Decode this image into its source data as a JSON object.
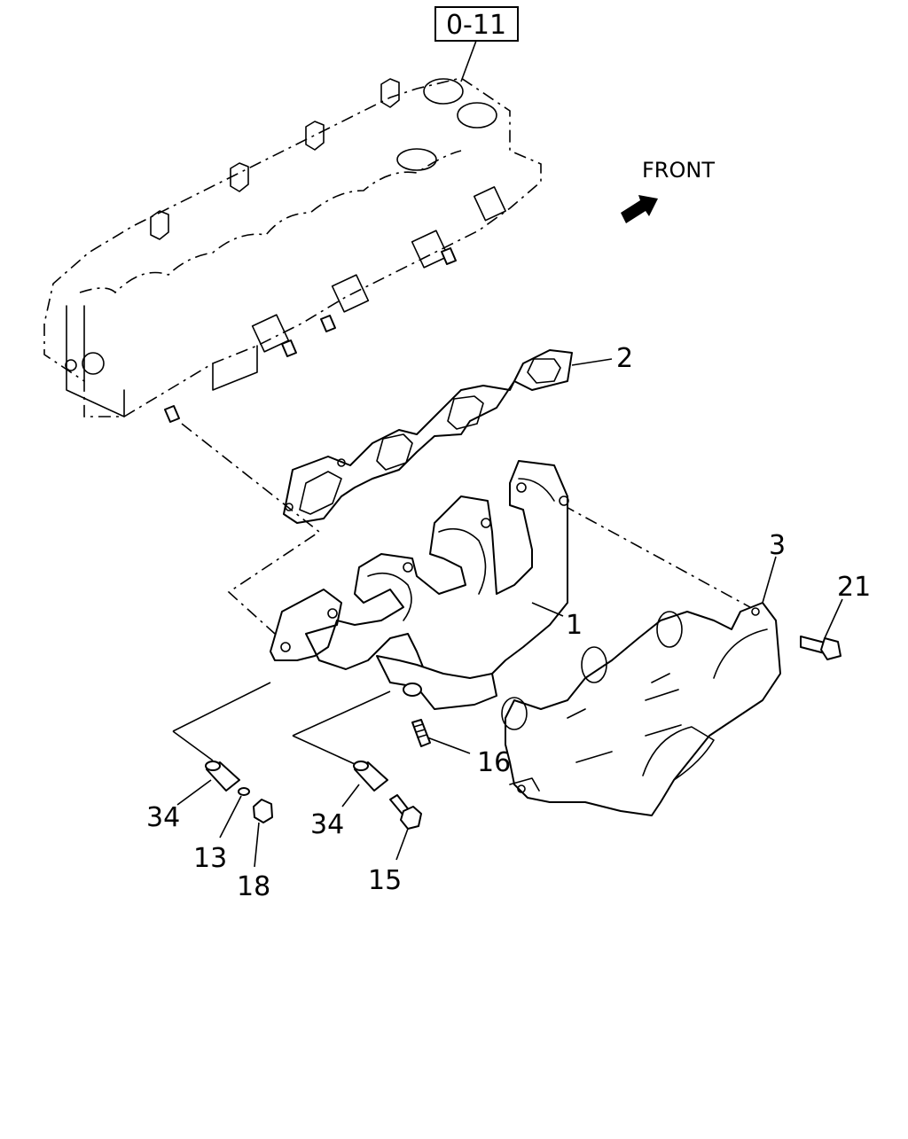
{
  "reference_box": "0-11",
  "direction_label": "FRONT",
  "callouts": {
    "c1": "1",
    "c2": "2",
    "c3": "3",
    "c13": "13",
    "c15": "15",
    "c16": "16",
    "c18": "18",
    "c21": "21",
    "c34a": "34",
    "c34b": "34"
  },
  "colors": {
    "ink": "#000000",
    "paper": "#ffffff"
  }
}
